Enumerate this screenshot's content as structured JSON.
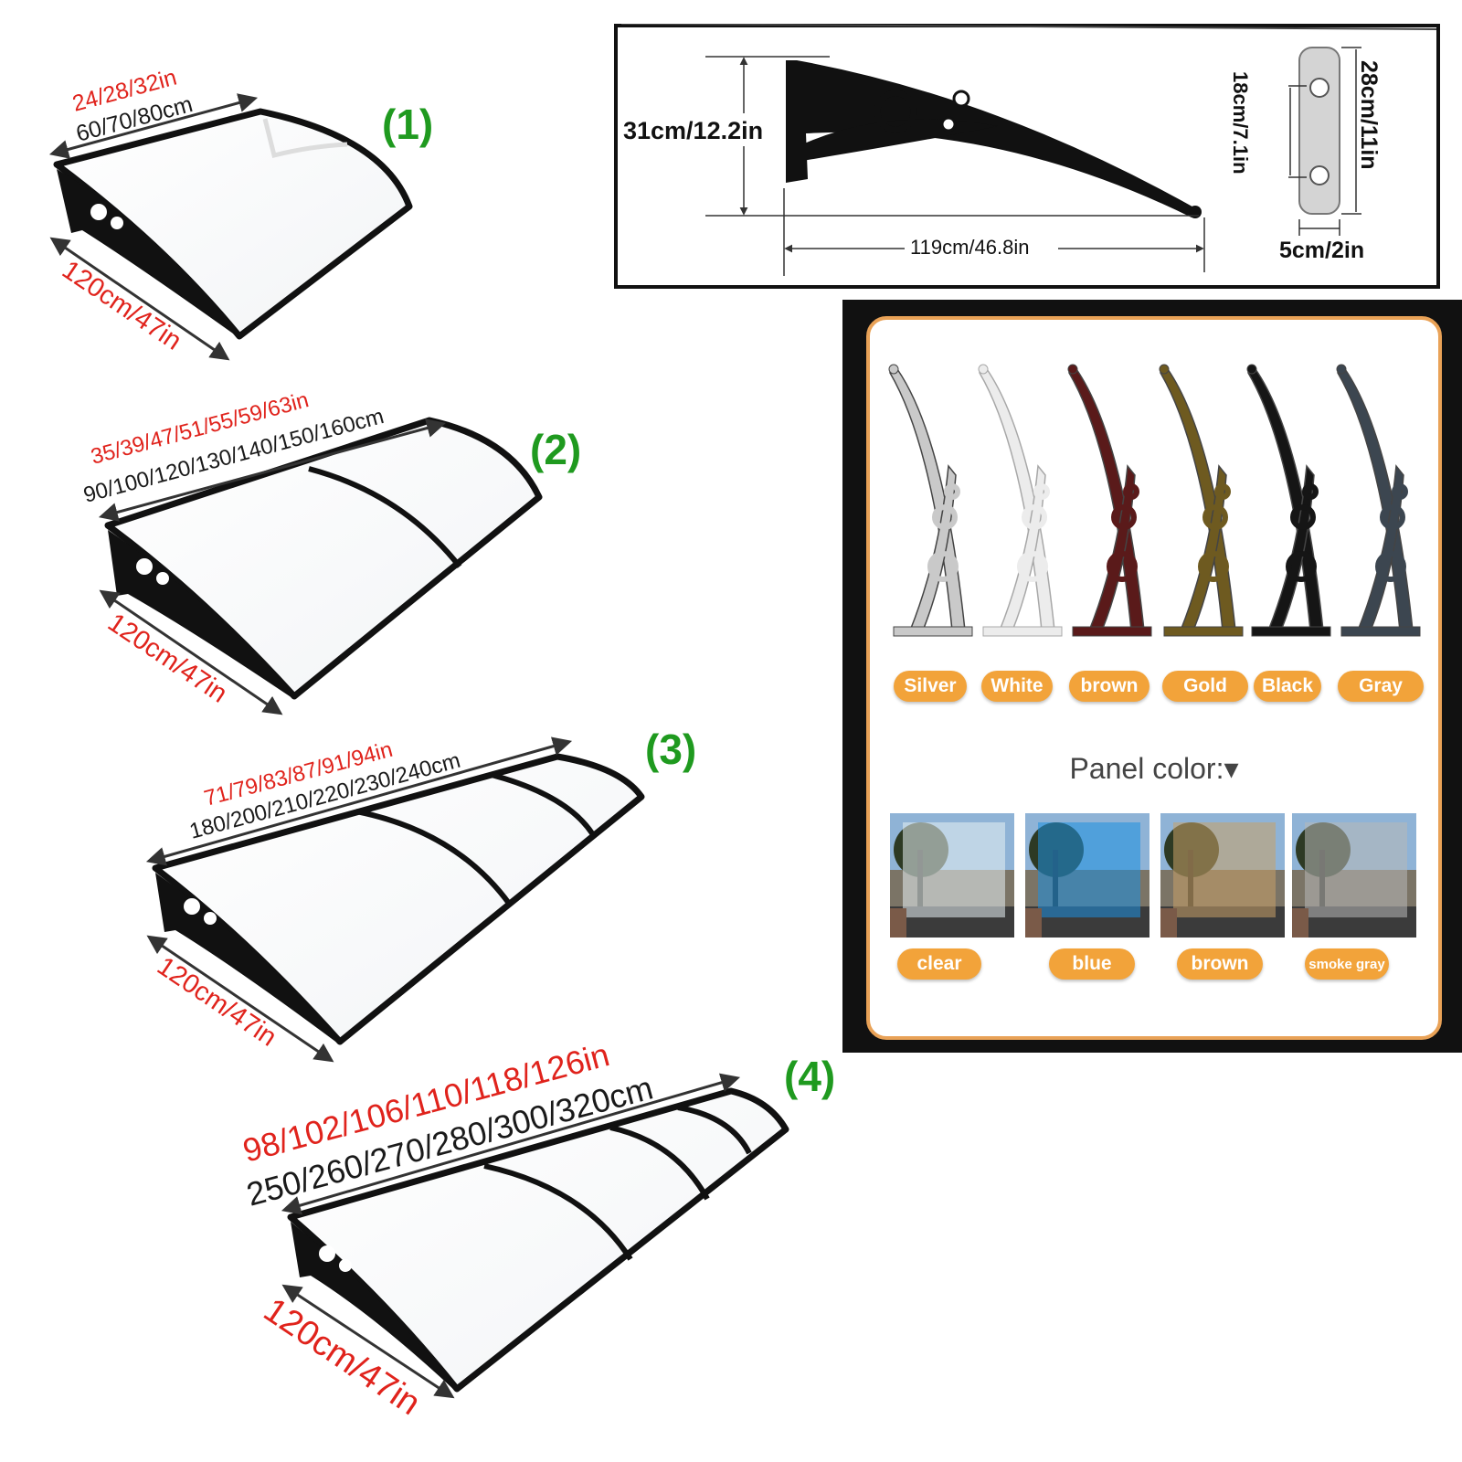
{
  "awnings": [
    {
      "number": "(1)",
      "inches": "24/28/32in",
      "cm": "60/70/80cm",
      "depth": "120cm/47in"
    },
    {
      "number": "(2)",
      "inches": "35/39/47/51/55/59/63in",
      "cm": "90/100/120/130/140/150/160cm",
      "depth": "120cm/47in"
    },
    {
      "number": "(3)",
      "inches": "71/79/83/87/91/94in",
      "cm": "180/200/210/220/230/240cm",
      "depth": "120cm/47in"
    },
    {
      "number": "(4)",
      "inches": "98/102/106/110/118/126in",
      "cm": "250/260/270/280/300/320cm",
      "depth": "120cm/47in"
    }
  ],
  "bracket_spec": {
    "height": "31cm/12.2in",
    "length": "119cm/46.8in",
    "hole_spacing": "18cm/7.1in",
    "plate_height": "28cm/11in",
    "plate_width": "5cm/2in"
  },
  "bracket_colors": [
    {
      "label": "Silver",
      "color": "#c9c9c9"
    },
    {
      "label": "White",
      "color": "#ececec"
    },
    {
      "label": "brown",
      "color": "#5a1a1a"
    },
    {
      "label": "Gold",
      "color": "#6e5a20"
    },
    {
      "label": "Black",
      "color": "#151515"
    },
    {
      "label": "Gray",
      "color": "#3c4650"
    }
  ],
  "panel_heading": "Panel color:▾",
  "panel_colors": [
    {
      "label": "clear",
      "tint": "#e8f0f4"
    },
    {
      "label": "blue",
      "tint": "#1e8fe0"
    },
    {
      "label": "brown",
      "tint": "#c8a068"
    },
    {
      "label": "smoke gray",
      "tint": "#b8b8b8"
    }
  ]
}
